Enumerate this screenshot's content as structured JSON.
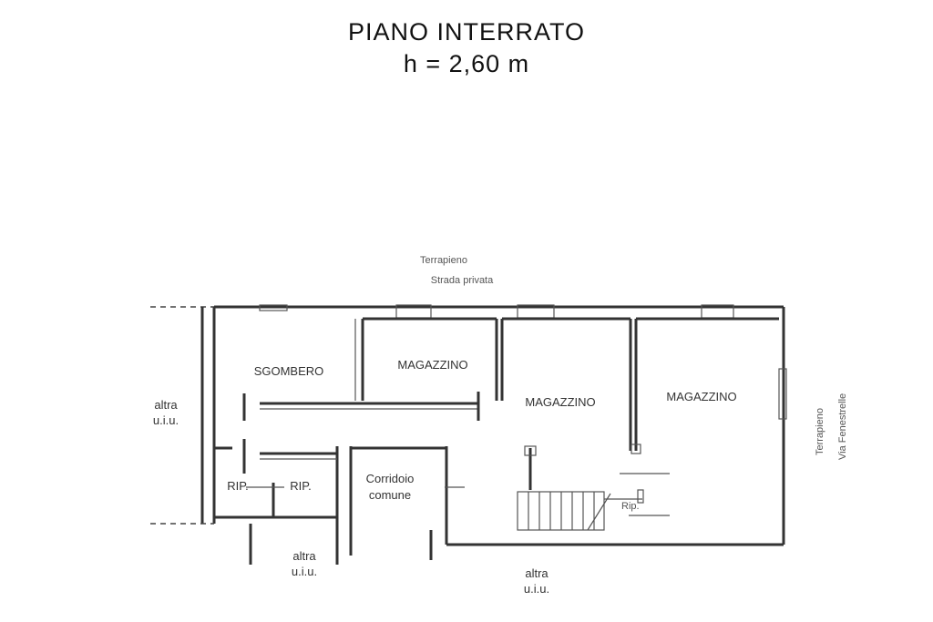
{
  "title": {
    "line1": "PIANO  INTERRATO",
    "line2": "h = 2,60 m"
  },
  "context": {
    "top_line1": "Terrapieno",
    "top_line2": "Strada privata",
    "right_line1": "Terrapieno",
    "right_line2": "Via Fenestrelle",
    "left_line1": "altra",
    "left_line2": "u.i.u.",
    "bottom_left_line1": "altra",
    "bottom_left_line2": "u.i.u.",
    "bottom_right_line1": "altra",
    "bottom_right_line2": "u.i.u."
  },
  "rooms": {
    "sgombero": "SGOMBERO",
    "magazzino_1": "MAGAZZINO",
    "magazzino_2": "MAGAZZINO",
    "magazzino_3": "MAGAZZINO",
    "rip_1": "RIP.",
    "rip_2": "RIP.",
    "corridoio_line1": "Corridoio",
    "corridoio_line2": "comune",
    "stair_label": "Rip."
  }
}
